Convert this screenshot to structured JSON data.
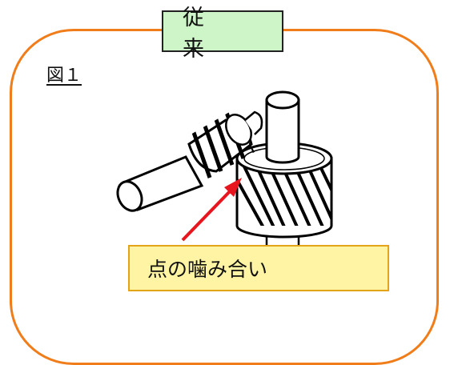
{
  "title": "従　来",
  "figure_label": "図１",
  "callout_text": "点の噛み合い",
  "colors": {
    "frame": "#f07d1a",
    "title_fill": "#cdf5c8",
    "callout_fill": "#fff4a3",
    "callout_border": "#e3a418",
    "arrow": "#e8141e"
  },
  "illustration": "worm-gear-icon"
}
